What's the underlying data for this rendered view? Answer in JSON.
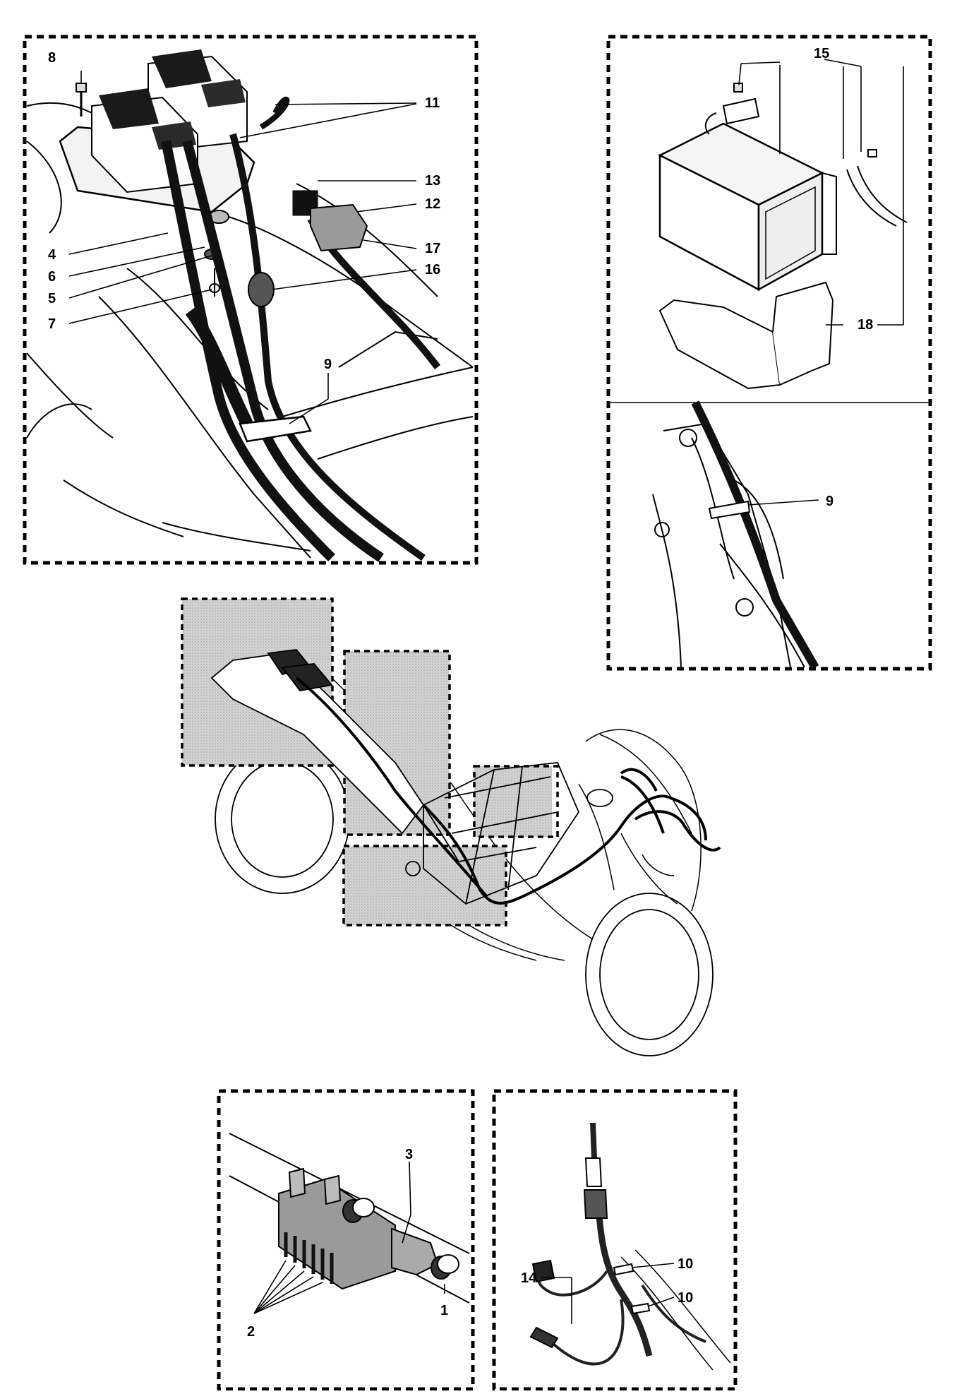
{
  "callouts": {
    "c1": "1",
    "c2": "2",
    "c3": "3",
    "c4": "4",
    "c5": "5",
    "c6": "6",
    "c7": "7",
    "c8": "8",
    "c9a": "9",
    "c9b": "9",
    "c10a": "10",
    "c10b": "10",
    "c11": "11",
    "c12": "12",
    "c13": "13",
    "c14": "14",
    "c15": "15",
    "c16": "16",
    "c17": "17",
    "c18": "18"
  },
  "colors": {
    "ink": "#000000",
    "paper": "#ffffff",
    "halftone": "#c8c8c8",
    "light_gray": "#d9d9d9",
    "dark_part": "#3a3a3a"
  }
}
